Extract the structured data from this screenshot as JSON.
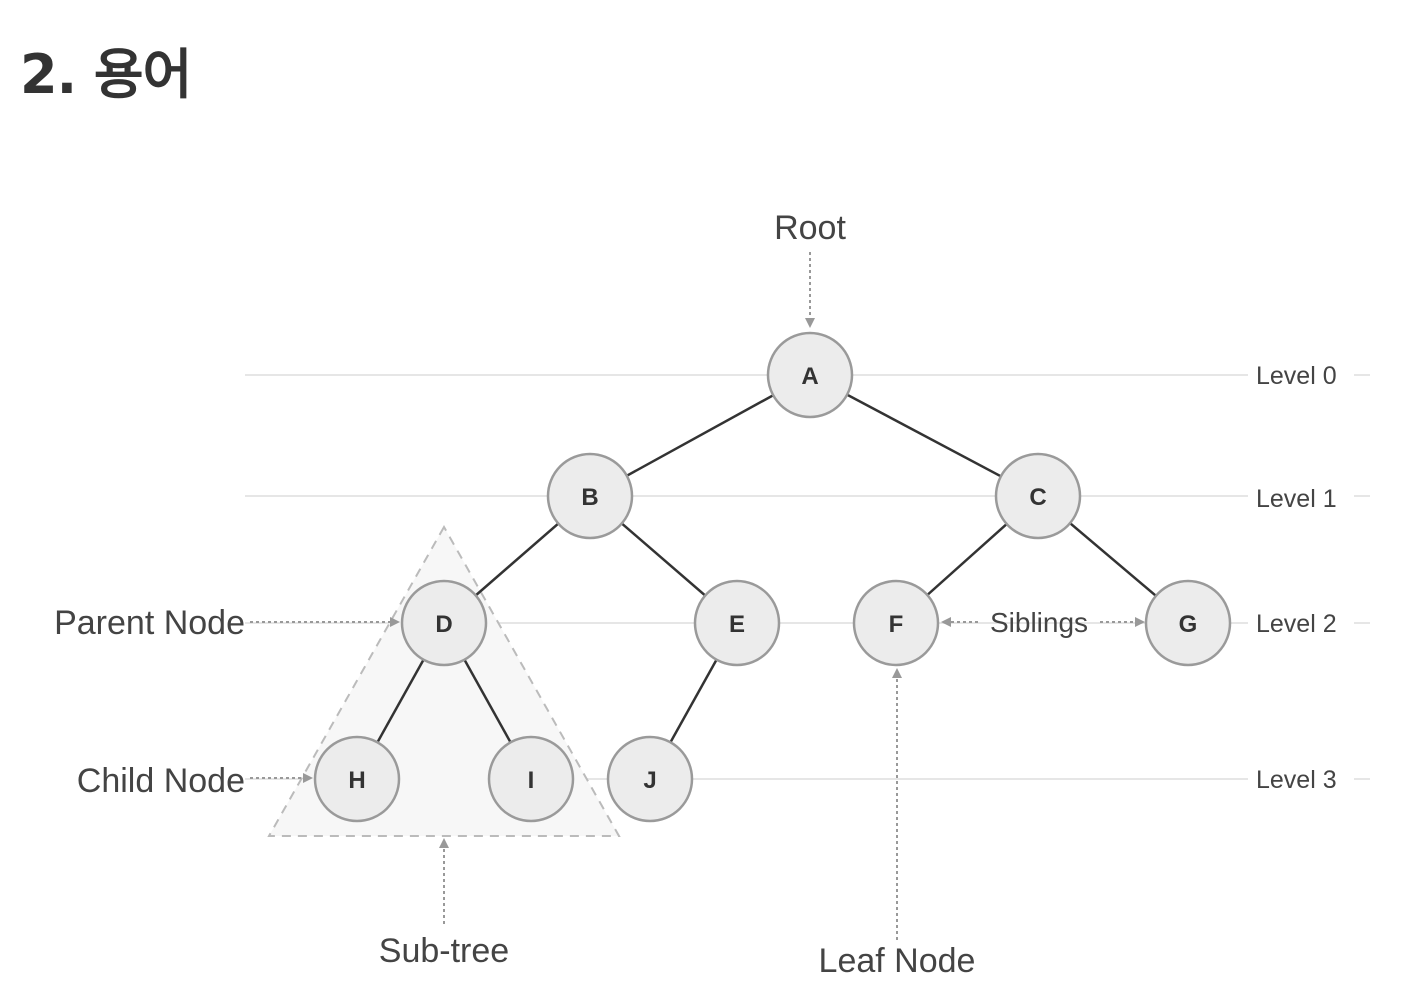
{
  "heading": "2. 용어",
  "diagram": {
    "annotations": {
      "root": "Root",
      "parent_node": "Parent Node",
      "child_node": "Child Node",
      "siblings": "Siblings",
      "sub_tree": "Sub-tree",
      "leaf_node": "Leaf Node"
    },
    "levels": [
      "Level 0",
      "Level 1",
      "Level 2",
      "Level 3"
    ],
    "nodes": [
      {
        "id": "A",
        "level": 0
      },
      {
        "id": "B",
        "level": 1
      },
      {
        "id": "C",
        "level": 1
      },
      {
        "id": "D",
        "level": 2
      },
      {
        "id": "E",
        "level": 2
      },
      {
        "id": "F",
        "level": 2
      },
      {
        "id": "G",
        "level": 2
      },
      {
        "id": "H",
        "level": 3
      },
      {
        "id": "I",
        "level": 3
      },
      {
        "id": "J",
        "level": 3
      }
    ],
    "edges": [
      [
        "A",
        "B"
      ],
      [
        "A",
        "C"
      ],
      [
        "B",
        "D"
      ],
      [
        "B",
        "E"
      ],
      [
        "C",
        "F"
      ],
      [
        "C",
        "G"
      ],
      [
        "D",
        "H"
      ],
      [
        "D",
        "I"
      ],
      [
        "E",
        "J"
      ]
    ],
    "colors": {
      "node_fill": "#ececec",
      "node_stroke": "#9a9a9a",
      "edge": "#333333",
      "arrow": "#999999",
      "guide": "#e6e6e6",
      "subtree_fill": "#f7f7f7"
    }
  }
}
